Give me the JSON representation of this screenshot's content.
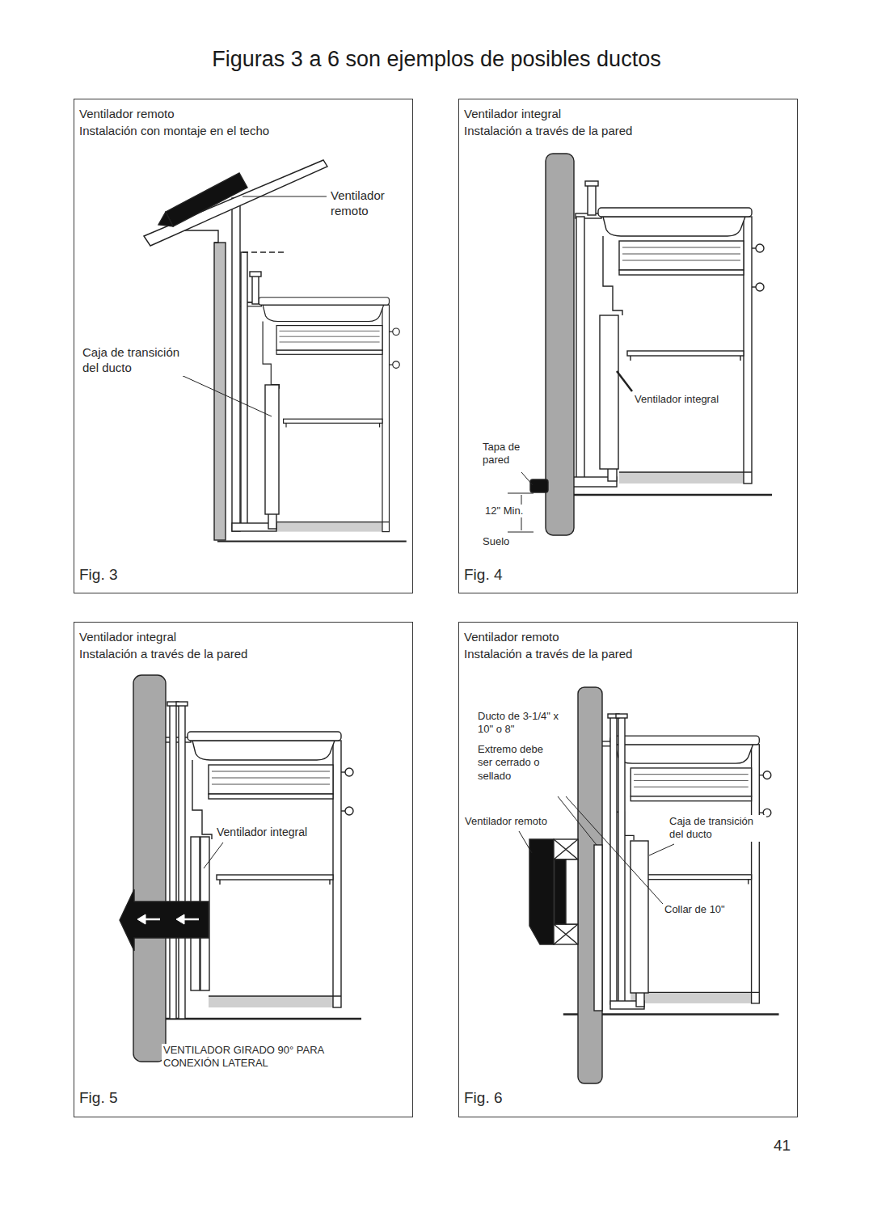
{
  "diagram": {
    "title": "Figuras 3 a 6 son ejemplos de posibles ductos",
    "nodes": [
      {
        "text": [
          "Ventilador remoto",
          "Instalación con montaje en el techo",
          "Fig. 3"
        ]
      },
      {
        "text": [
          "Ventilador integral",
          "Instalación a través de la pared",
          "Fig. 4"
        ]
      },
      {
        "text": [
          "Ventilador integral",
          "Instalación a través de la pared",
          "Fig. 5"
        ]
      },
      {
        "text": [
          "Ventilador remoto",
          "Instalación a través de la pared",
          "Fig. 6"
        ]
      }
    ],
    "labels": [
      "Ventilador remoto",
      "Caja de transición del ducto",
      "Ventilador integral",
      "Tapa de pared",
      "12\" Min.",
      "Suelo",
      "Ventilador integral",
      "VENTILADOR GIRADO 90° PARA CONEXIÓN LATERAL",
      "Ducto de 3-1/4\" x 10\" o 8\"",
      "Extremo debe ser cerrado o sellado",
      "Ventilador remoto",
      "Caja de transición del ducto",
      "Collar de 10\"",
      "41"
    ]
  }
}
